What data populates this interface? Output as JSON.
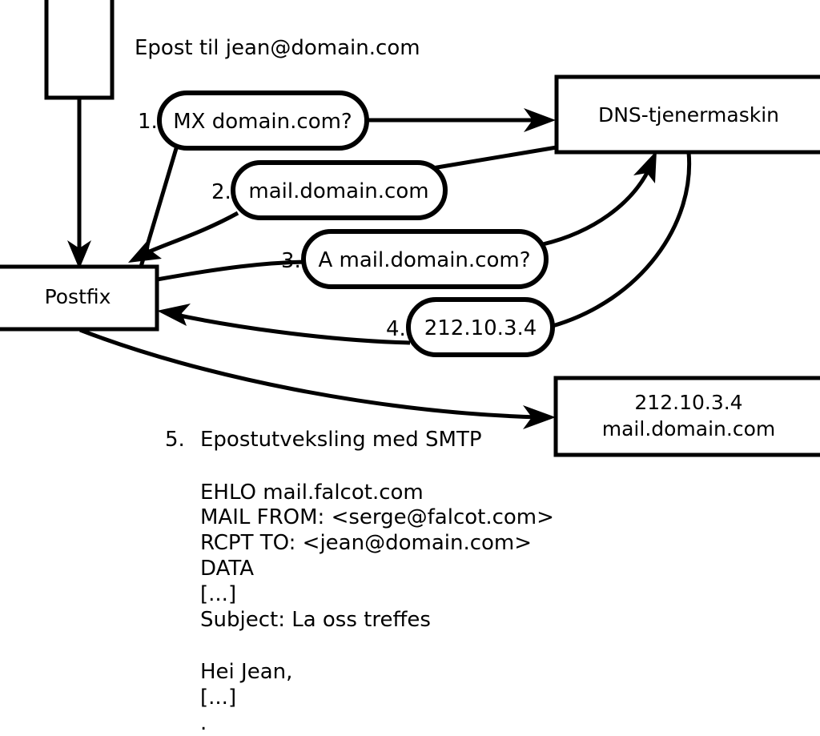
{
  "diagram": {
    "title_caption": "Epost til jean@domain.com",
    "nodes": [
      {
        "id": "client",
        "label": ""
      },
      {
        "id": "postfix",
        "label": "Postfix"
      },
      {
        "id": "dns",
        "label": "DNS-tjenermaskin"
      },
      {
        "id": "mailserver",
        "line1": "212.10.3.4",
        "line2": "mail.domain.com"
      }
    ],
    "steps": [
      {
        "number": "1.",
        "bubble": "MX domain.com?"
      },
      {
        "number": "2.",
        "bubble": "mail.domain.com"
      },
      {
        "number": "3.",
        "bubble": "A mail.domain.com?"
      },
      {
        "number": "4.",
        "bubble": "212.10.3.4"
      }
    ],
    "step5": {
      "number": "5.",
      "label": "Epostutveksling med SMTP"
    },
    "smtp_transcript": [
      "EHLO mail.falcot.com",
      "MAIL FROM: <serge@falcot.com>",
      "RCPT TO: <jean@domain.com>",
      "DATA",
      "[...]",
      "Subject: La oss treffes",
      "",
      "Hei Jean,",
      "[...]",
      "."
    ],
    "colors": {
      "stroke": "#000000",
      "fill": "#ffffff",
      "text": "#000000"
    }
  }
}
